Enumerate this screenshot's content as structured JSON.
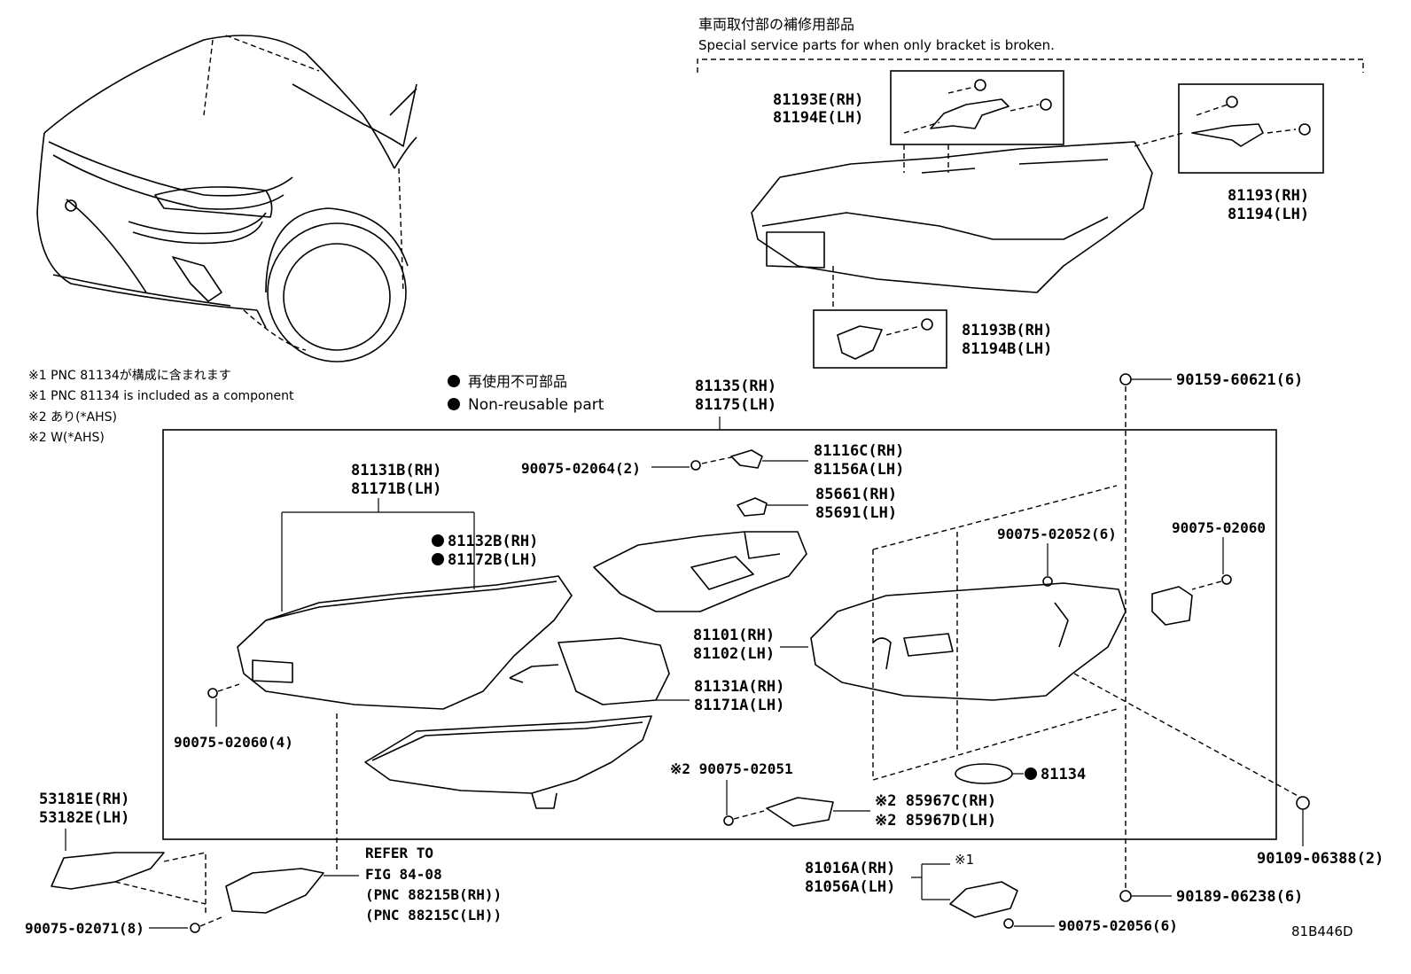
{
  "service": {
    "title_jp": "車両取付部の補修用部品",
    "title_en": "Special service parts for when only bracket is broken."
  },
  "notes": [
    "※1 PNC 81134が構成に含まれます",
    "※1 PNC 81134 is included as a component",
    "※2 あり(*AHS)",
    "※2 W(*AHS)"
  ],
  "legend": {
    "jp": "再使用不可部品",
    "en": "Non-reusable part"
  },
  "parts": {
    "p81193E_rh": "81193E(RH)",
    "p81194E_lh": "81194E(LH)",
    "p81193_rh": "81193(RH)",
    "p81194_lh": "81194(LH)",
    "p81193B_rh": "81193B(RH)",
    "p81194B_lh": "81194B(LH)",
    "p81135_rh": "81135(RH)",
    "p81175_lh": "81175(LH)",
    "p90159": "90159-60621(6)",
    "p81116C_rh": "81116C(RH)",
    "p81156A_lh": "81156A(LH)",
    "p90075_02064": "90075-02064(2)",
    "p85661_rh": "85661(RH)",
    "p85691_lh": "85691(LH)",
    "p81131B_rh": "81131B(RH)",
    "p81171B_lh": "81171B(LH)",
    "p81132B_rh": "81132B(RH)",
    "p81172B_lh": "81172B(LH)",
    "p90075_02052": "90075-02052(6)",
    "p90075_02060": "90075-02060",
    "p81101_rh": "81101(RH)",
    "p81102_lh": "81102(LH)",
    "p81131A_rh": "81131A(RH)",
    "p81171A_lh": "81171A(LH)",
    "p90075_02060_4": "90075-02060(4)",
    "p90075_02051": "※2 90075-02051",
    "p81134": "81134",
    "p85967C_rh": "※2 85967C(RH)",
    "p85967D_lh": "※2 85967D(LH)",
    "p53181E_rh": "53181E(RH)",
    "p53182E_lh": "53182E(LH)",
    "p90109": "90109-06388(2)",
    "refer_1": "REFER TO",
    "refer_2": "FIG 84-08",
    "refer_3": "(PNC 88215B(RH))",
    "refer_4": "(PNC 88215C(LH))",
    "p81016A_rh": "81016A(RH)",
    "p81056A_lh": "81056A(LH)",
    "note1_mark": "※1",
    "p90189": "90189-06238(6)",
    "p90075_02071": "90075-02071(8)",
    "p90075_02056": "90075-02056(6)",
    "fig_code": "81B446D"
  }
}
